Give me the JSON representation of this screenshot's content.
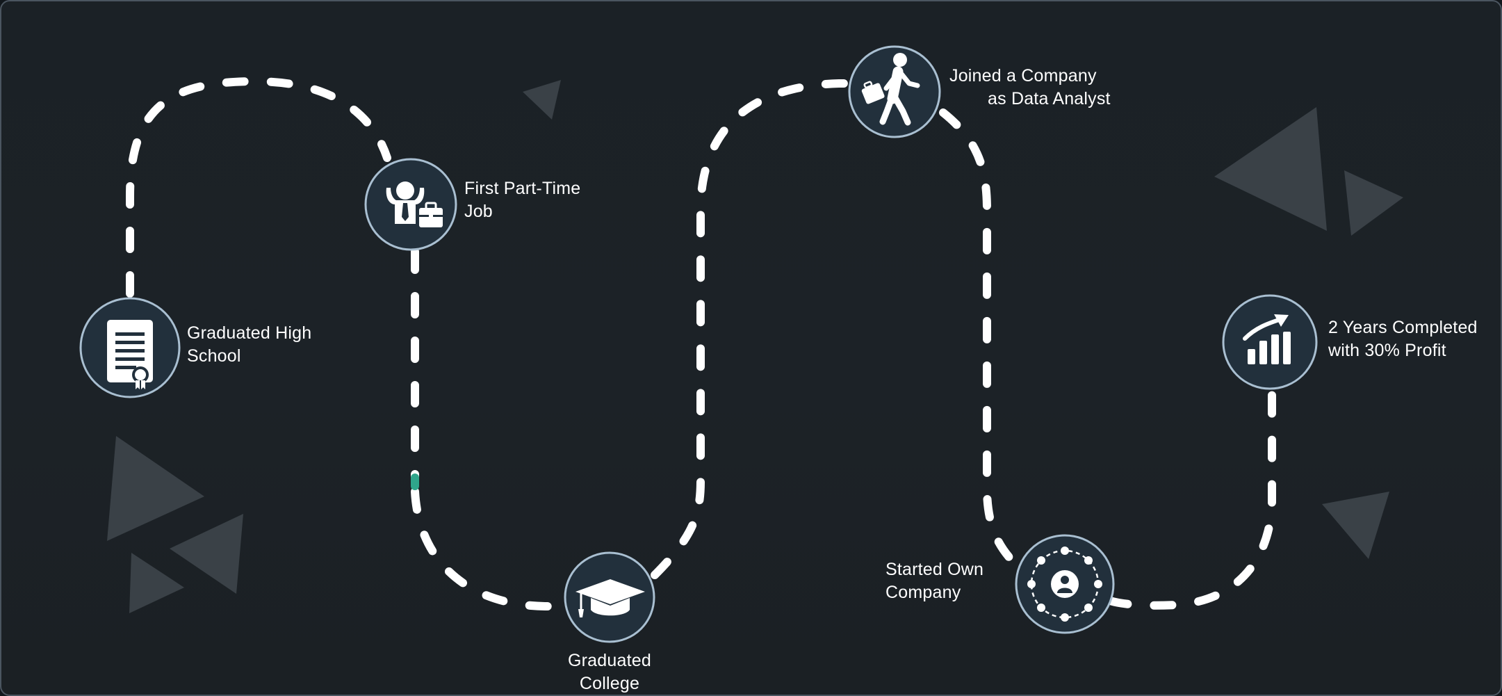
{
  "milestones": [
    {
      "id": "high-school",
      "line1": "Graduated High",
      "line2": "School",
      "icon": "certificate-icon"
    },
    {
      "id": "part-time",
      "line1": "First Part-Time",
      "line2": "Job",
      "icon": "employee-briefcase-icon"
    },
    {
      "id": "college",
      "line1": "Graduated",
      "line2": "College",
      "icon": "graduation-cap-icon"
    },
    {
      "id": "company",
      "line1": "Joined a Company",
      "line2": "as Data Analyst",
      "icon": "walking-businessman-icon"
    },
    {
      "id": "own-company",
      "line1": "Started Own",
      "line2": "Company",
      "icon": "team-network-icon"
    },
    {
      "id": "profit",
      "line1": "2 Years Completed",
      "line2": "with 30% Profit",
      "icon": "growth-chart-icon"
    }
  ],
  "colors": {
    "background": "#1c2227",
    "path": "#ffffff",
    "node_fill": "#22303c",
    "node_ring": "#a9bfd1",
    "decor": "#3a4147",
    "accent": "#2fa58b"
  }
}
